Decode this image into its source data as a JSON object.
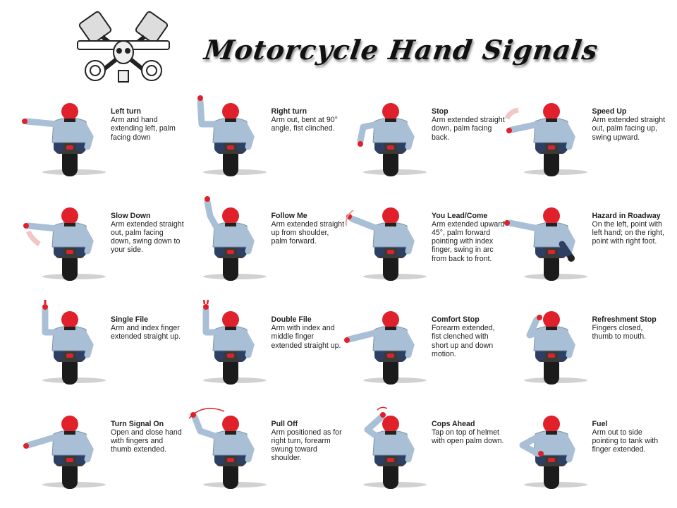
{
  "title": "Motorcycle Hand Signals",
  "colors": {
    "helmet": "#e0202a",
    "jacket": "#a9bfd6",
    "jeans": "#2e3f64",
    "tire": "#1b1b1b",
    "taillight": "#d8262a",
    "motion": "#e8a0a0"
  },
  "signals": [
    {
      "name": "Left turn",
      "desc": "Arm and hand extending left, palm facing down",
      "pose": "left-out"
    },
    {
      "name": "Right turn",
      "desc": "Arm out, bent at 90° angle, fist clinched.",
      "pose": "left-up-90"
    },
    {
      "name": "Stop",
      "desc": "Arm extended straight down, palm facing back.",
      "pose": "left-down"
    },
    {
      "name": "Speed Up",
      "desc": "Arm extended straight out, palm facing up, swing upward.",
      "pose": "left-out-swing-up"
    },
    {
      "name": "Slow Down",
      "desc": "Arm extended straight out, palm facing down, swing down to your side.",
      "pose": "left-out-swing-down"
    },
    {
      "name": "Follow Me",
      "desc": "Arm extended straight up from shoulder, palm forward.",
      "pose": "left-straight-up"
    },
    {
      "name": "You Lead/Come",
      "desc": "Arm extended upward 45°, palm forward pointing with index finger, swing in arc from back to front.",
      "pose": "left-45-arc"
    },
    {
      "name": "Hazard in Roadway",
      "desc": "On the left, point with left hand; on the right, point with right foot.",
      "pose": "left-point-foot"
    },
    {
      "name": "Single File",
      "desc": "Arm and index finger extended straight up.",
      "pose": "left-up-finger"
    },
    {
      "name": "Double File",
      "desc": "Arm with index and middle finger extended straight up.",
      "pose": "left-up-two"
    },
    {
      "name": "Comfort Stop",
      "desc": "Forearm extended, fist clenched with short up and down motion.",
      "pose": "left-out-low"
    },
    {
      "name": "Refreshment Stop",
      "desc": "Fingers closed, thumb to mouth.",
      "pose": "hand-mouth"
    },
    {
      "name": "Turn Signal On",
      "desc": "Open and close hand with fingers and thumb extended.",
      "pose": "left-out-low-open"
    },
    {
      "name": "Pull Off",
      "desc": "Arm positioned as for right turn, forearm swung toward shoulder.",
      "pose": "left-up-arc"
    },
    {
      "name": "Cops Ahead",
      "desc": "Tap on top of helmet with open palm down.",
      "pose": "hand-helmet"
    },
    {
      "name": "Fuel",
      "desc": "Arm out to side pointing to tank with finger extended.",
      "pose": "point-tank"
    }
  ]
}
